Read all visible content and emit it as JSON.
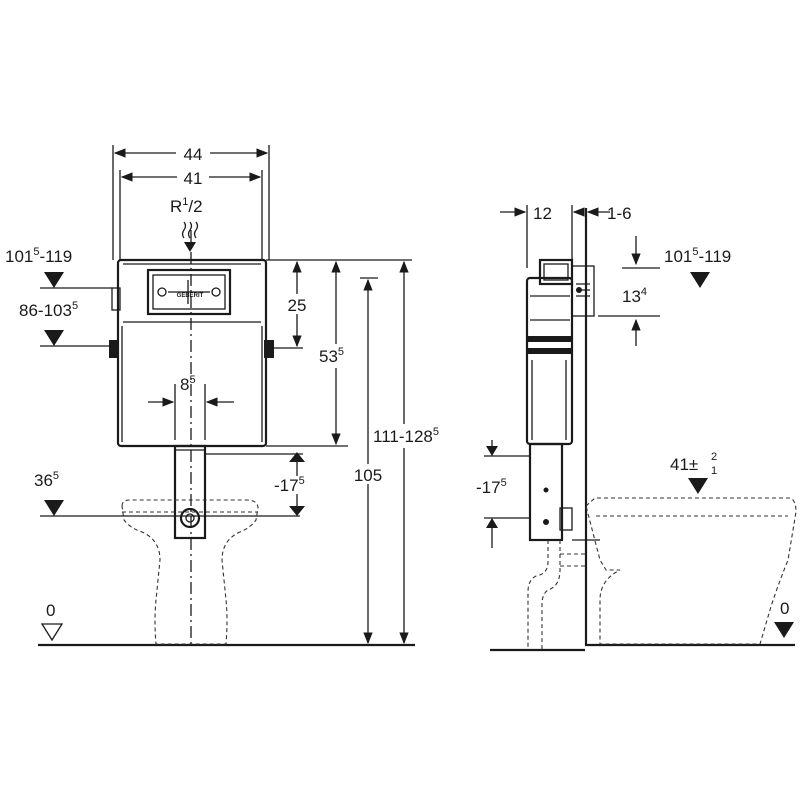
{
  "front_view": {
    "width_outer": "44",
    "width_inner": "41",
    "pipe_connection": "R",
    "pipe_connection_sup": "1",
    "pipe_connection_sub": "/2",
    "level_top_main": "101",
    "level_top_sup": "5",
    "level_top_tail": "-119",
    "level_brackets_main": "86-103",
    "level_brackets_sup": "5",
    "dim_25": "25",
    "dim_53_main": "53",
    "dim_53_sup": "5",
    "dim_8_main": "8",
    "dim_8_sup": "5",
    "dim_105": "105",
    "dim_total_main": "111-128",
    "dim_total_sup": "5",
    "dim_neg17_main": "-17",
    "dim_neg17_sup": "5",
    "level_36_main": "36",
    "level_36_sup": "5",
    "floor_level": "0"
  },
  "side_view": {
    "dim_12": "12",
    "dim_1_6": "1-6",
    "level_top_main": "101",
    "level_top_sup": "5",
    "level_top_tail": "-119",
    "dim_13_main": "13",
    "dim_13_sup": "4",
    "dim_neg17_main": "-17",
    "dim_neg17_sup": "5",
    "bowl_height": "41",
    "bowl_tol_plus": "2",
    "bowl_tol_minus": "1",
    "floor_level": "0"
  }
}
